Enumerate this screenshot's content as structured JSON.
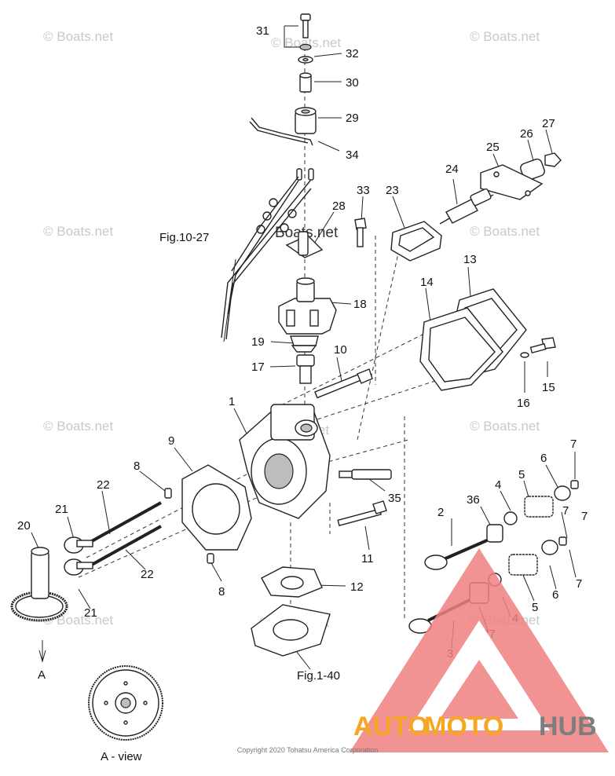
{
  "watermark": "© Boats.net",
  "center_mark": "Boats.net",
  "copyright": "Copyright 2020 Tohatsu America Corporation",
  "logo": {
    "auto": "AUTO",
    "moto": "MOTO",
    "hub": "HUB",
    "orange": "#f6a623",
    "gray": "#7d7d7d",
    "red": "#e53b3b"
  },
  "references": {
    "fig_10_27": "Fig.10-27",
    "fig_1_40": "Fig.1-40",
    "view_label": "A - view",
    "arrow_label": "A"
  },
  "callouts": [
    {
      "n": "31"
    },
    {
      "n": "32"
    },
    {
      "n": "30"
    },
    {
      "n": "29"
    },
    {
      "n": "34"
    },
    {
      "n": "27"
    },
    {
      "n": "26"
    },
    {
      "n": "25"
    },
    {
      "n": "24"
    },
    {
      "n": "33"
    },
    {
      "n": "23"
    },
    {
      "n": "28"
    },
    {
      "n": "13"
    },
    {
      "n": "14"
    },
    {
      "n": "18"
    },
    {
      "n": "19"
    },
    {
      "n": "10"
    },
    {
      "n": "17"
    },
    {
      "n": "15"
    },
    {
      "n": "16"
    },
    {
      "n": "1"
    },
    {
      "n": "9"
    },
    {
      "n": "7"
    },
    {
      "n": "6"
    },
    {
      "n": "8"
    },
    {
      "n": "22"
    },
    {
      "n": "5"
    },
    {
      "n": "4"
    },
    {
      "n": "36"
    },
    {
      "n": "2"
    },
    {
      "n": "35"
    },
    {
      "n": "7"
    },
    {
      "n": "21"
    },
    {
      "n": "20"
    },
    {
      "n": "11"
    },
    {
      "n": "7"
    },
    {
      "n": "7"
    },
    {
      "n": "22"
    },
    {
      "n": "12"
    },
    {
      "n": "8"
    },
    {
      "n": "6"
    },
    {
      "n": "5"
    },
    {
      "n": "21"
    },
    {
      "n": "4"
    },
    {
      "n": "37"
    },
    {
      "n": "3"
    }
  ]
}
